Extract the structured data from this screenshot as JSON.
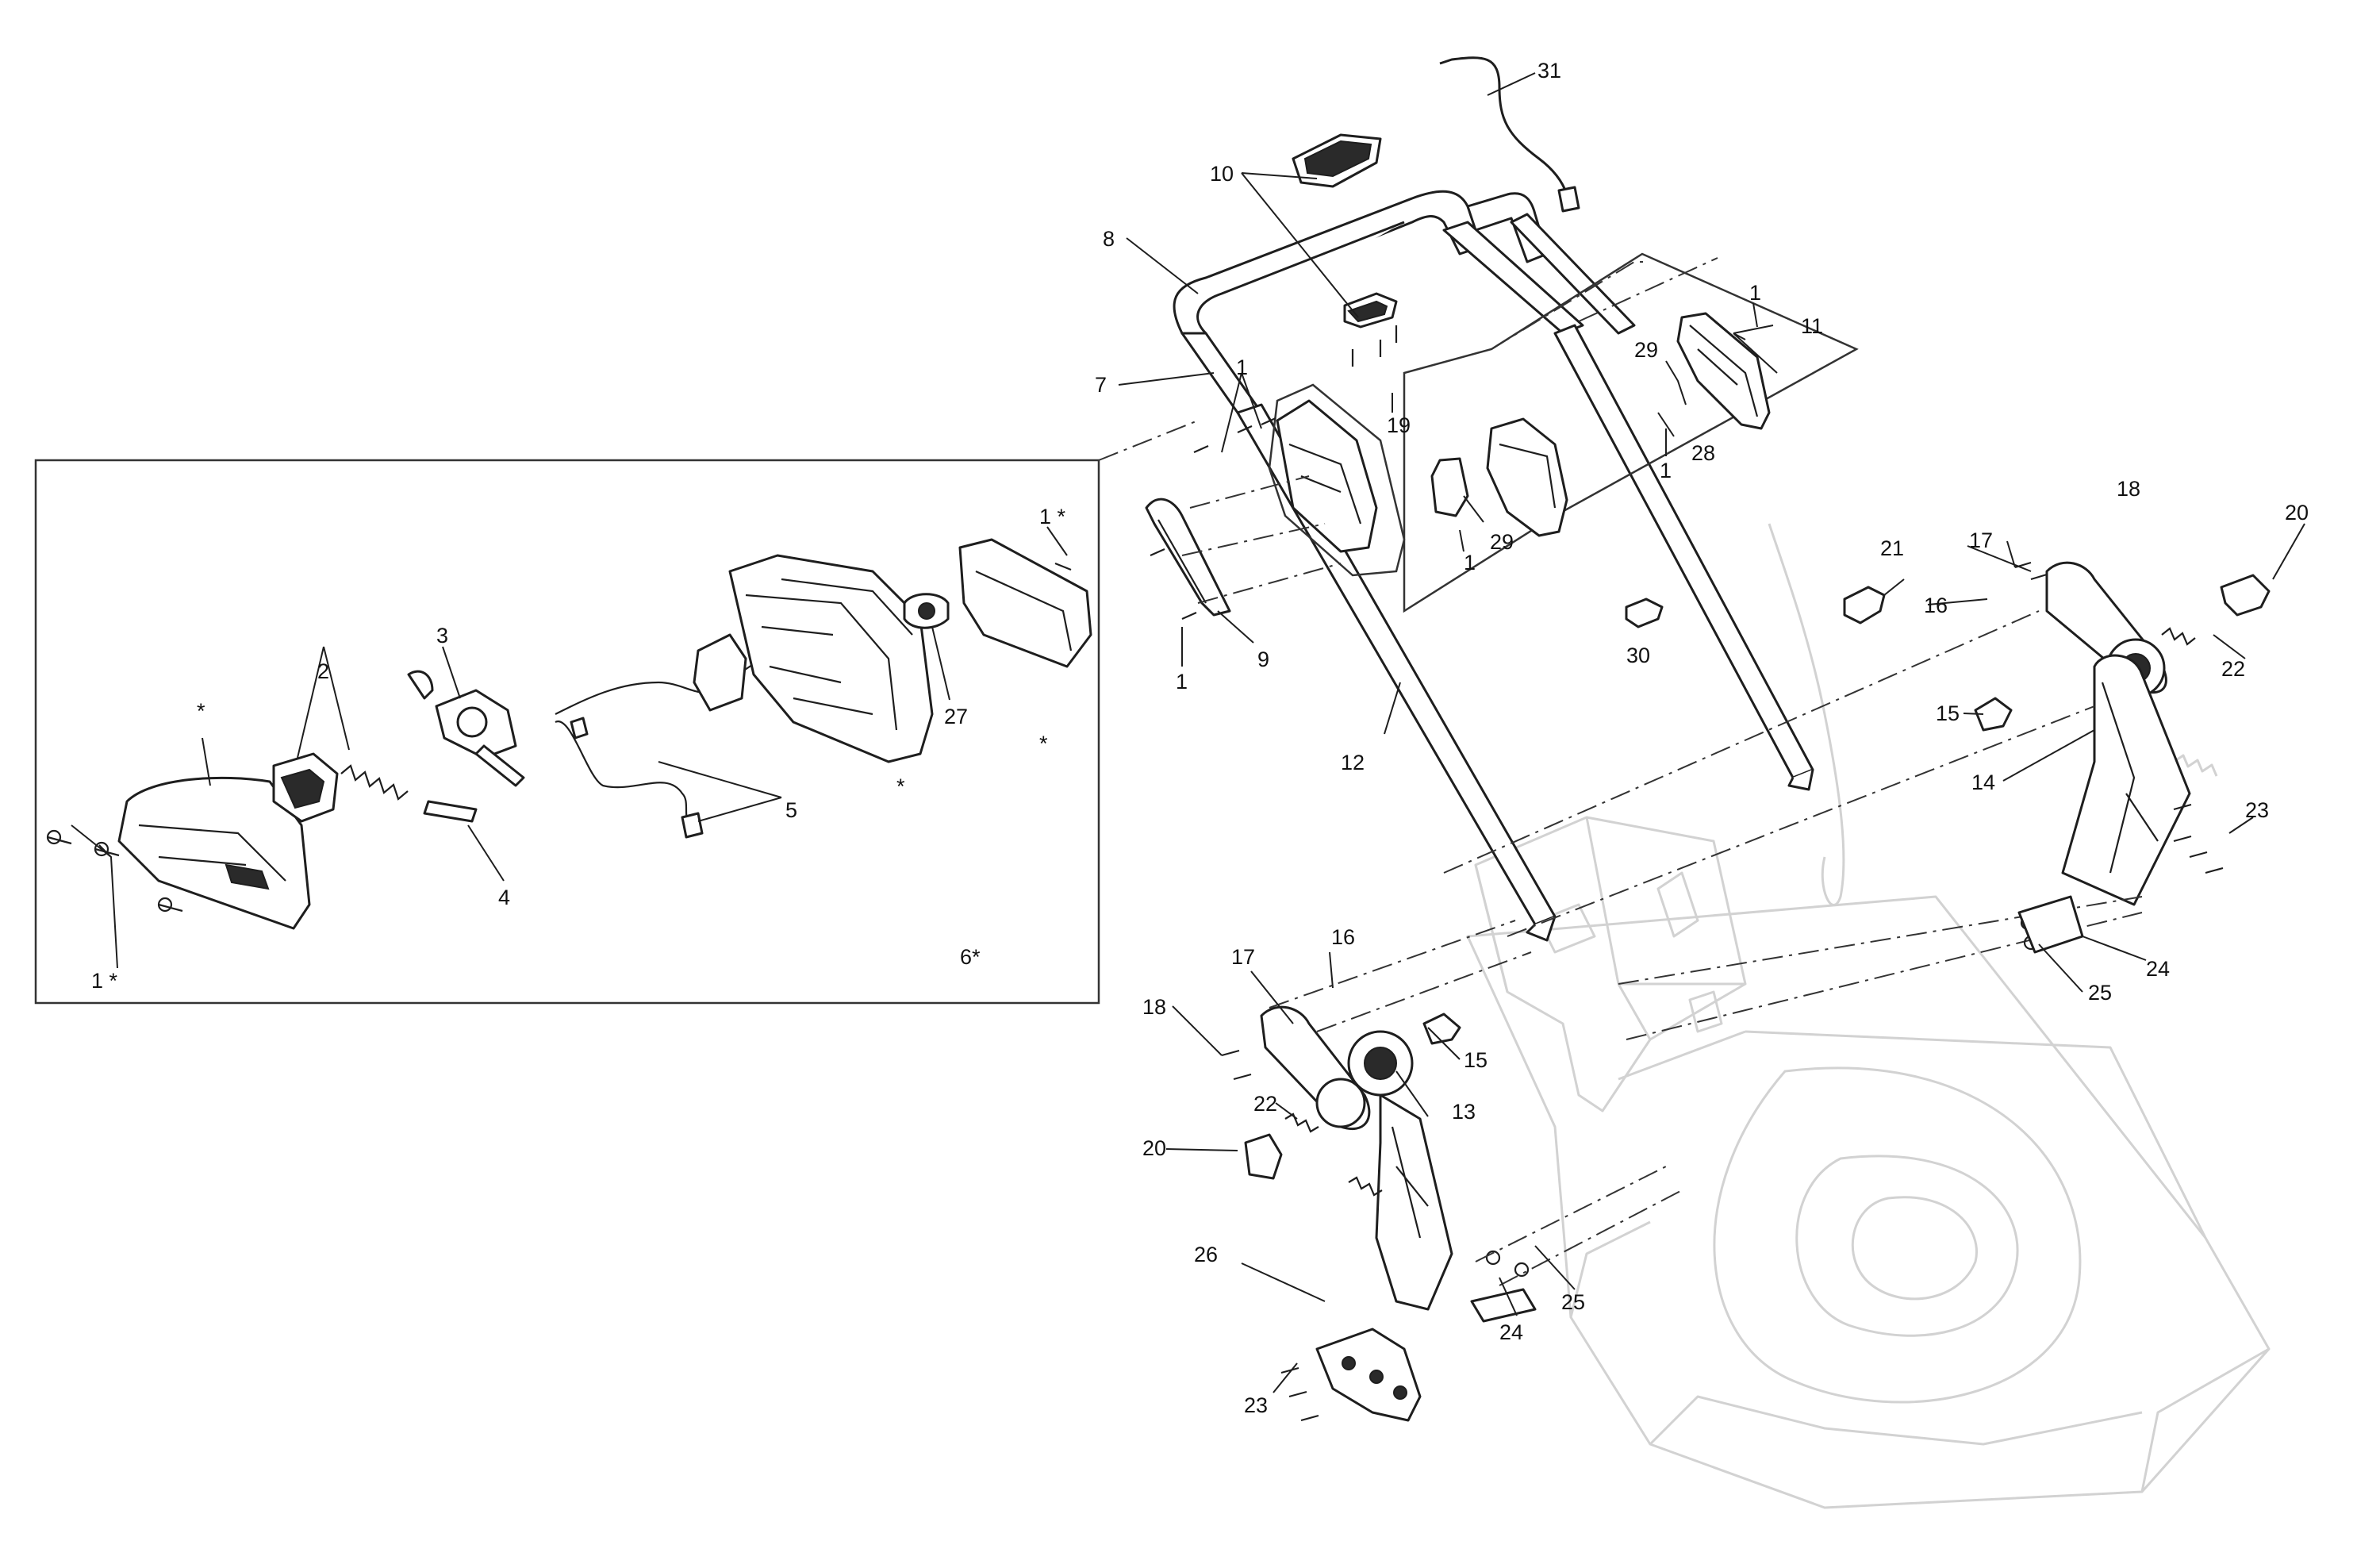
{
  "callouts": {
    "c1_top": "1",
    "c1_a": "1",
    "c1_b": "1",
    "c1_c": "1",
    "c1_d": "1",
    "c1_star_top": "1 *",
    "c1_star_bottom": "1 *",
    "c2": "2",
    "c3": "3",
    "c4": "4",
    "c5": "5",
    "c6_star": "6*",
    "c7": "7",
    "c8": "8",
    "c9": "9",
    "c10": "10",
    "c11": "11",
    "c12": "12",
    "c13": "13",
    "c14": "14",
    "c15_a": "15",
    "c15_b": "15",
    "c16_a": "16",
    "c16_b": "16",
    "c17_a": "17",
    "c17_b": "17",
    "c18_a": "18",
    "c18_b": "18",
    "c19": "19",
    "c20_a": "20",
    "c20_b": "20",
    "c21": "21",
    "c22_a": "22",
    "c22_b": "22",
    "c23_a": "23",
    "c23_b": "23",
    "c24_a": "24",
    "c24_b": "24",
    "c25_a": "25",
    "c25_b": "25",
    "c26": "26",
    "c27": "27",
    "c28": "28",
    "c29_a": "29",
    "c29_b": "29",
    "c30": "30",
    "c31": "31",
    "star_a": "*",
    "star_b": "*",
    "star_c": "*"
  }
}
